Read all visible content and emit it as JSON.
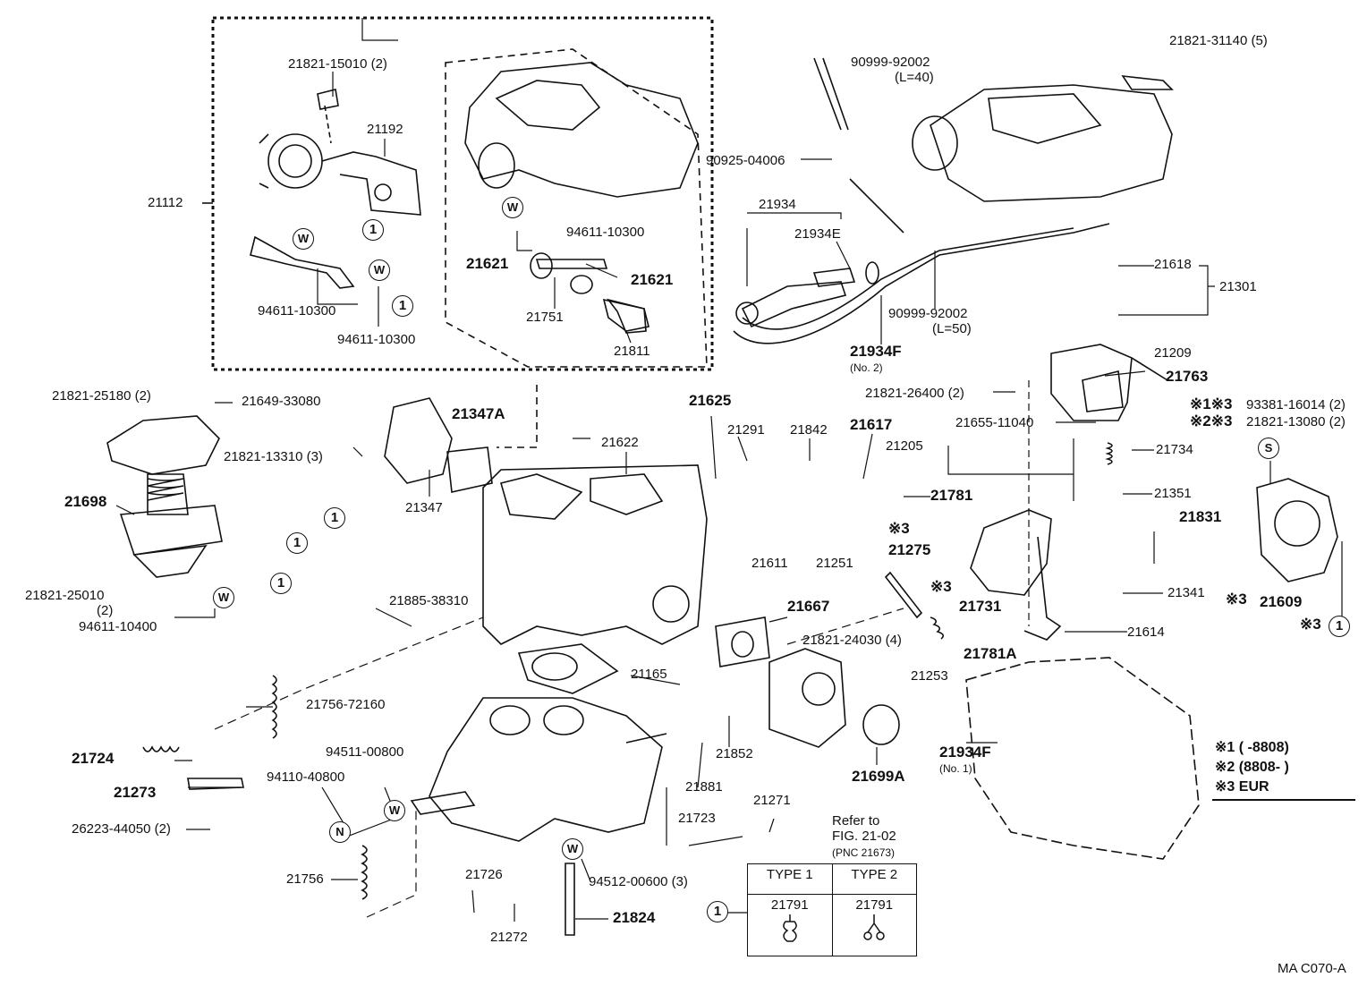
{
  "labels": [
    {
      "id": "p21821-15010",
      "text": "21821-15010 (2)"
    },
    {
      "id": "p21192",
      "text": "21192"
    },
    {
      "id": "p21112",
      "text": "21112"
    },
    {
      "id": "p94611-10300-a",
      "text": "94611-10300"
    },
    {
      "id": "p94611-10300-b",
      "text": "94611-10300"
    },
    {
      "id": "p94611-10300-c",
      "text": "94611-10300"
    },
    {
      "id": "p21621-a",
      "text": "21621"
    },
    {
      "id": "p21621-b",
      "text": "21621"
    },
    {
      "id": "p21751",
      "text": "21751"
    },
    {
      "id": "p21811",
      "text": "21811"
    },
    {
      "id": "p90999-92002-a",
      "text": "90999-92002"
    },
    {
      "id": "p90999-92002-a-len",
      "text": "(L=40)"
    },
    {
      "id": "p90925-04006",
      "text": "90925-04006"
    },
    {
      "id": "p21821-31140",
      "text": "21821-31140 (5)"
    },
    {
      "id": "p21934",
      "text": "21934"
    },
    {
      "id": "p21934E",
      "text": "21934E"
    },
    {
      "id": "p21618",
      "text": "21618"
    },
    {
      "id": "p21301",
      "text": "21301"
    },
    {
      "id": "p90999-92002-b",
      "text": "90999-92002"
    },
    {
      "id": "p90999-92002-b-len",
      "text": "(L=50)"
    },
    {
      "id": "p21934F-2",
      "text": "21934F"
    },
    {
      "id": "p21934F-2-no",
      "text": "(No. 2)"
    },
    {
      "id": "p21209",
      "text": "21209"
    },
    {
      "id": "p21763",
      "text": "21763"
    },
    {
      "id": "p21821-26400",
      "text": "21821-26400 (2)"
    },
    {
      "id": "p93381-16014",
      "text": "93381-16014 (2)"
    },
    {
      "id": "p21821-13080",
      "text": "21821-13080 (2)"
    },
    {
      "id": "p21821-25180",
      "text": "21821-25180 (2)"
    },
    {
      "id": "p21649-33080",
      "text": "21649-33080"
    },
    {
      "id": "p21347A",
      "text": "21347A"
    },
    {
      "id": "p21821-13310",
      "text": "21821-13310 (3)"
    },
    {
      "id": "p21347",
      "text": "21347"
    },
    {
      "id": "p21622",
      "text": "21622"
    },
    {
      "id": "p21625",
      "text": "21625"
    },
    {
      "id": "p21291",
      "text": "21291"
    },
    {
      "id": "p21842",
      "text": "21842"
    },
    {
      "id": "p21617",
      "text": "21617"
    },
    {
      "id": "p21655-11040",
      "text": "21655-11040"
    },
    {
      "id": "p21205",
      "text": "21205"
    },
    {
      "id": "p21734",
      "text": "21734"
    },
    {
      "id": "p21781",
      "text": "21781"
    },
    {
      "id": "p21351",
      "text": "21351"
    },
    {
      "id": "p21698",
      "text": "21698"
    },
    {
      "id": "p21611",
      "text": "21611"
    },
    {
      "id": "p21251",
      "text": "21251"
    },
    {
      "id": "p21275",
      "text": "21275"
    },
    {
      "id": "p21831",
      "text": "21831"
    },
    {
      "id": "p21821-25010",
      "text": "21821-25010"
    },
    {
      "id": "p21821-25010-qty",
      "text": "(2)"
    },
    {
      "id": "p94611-10400",
      "text": "94611-10400"
    },
    {
      "id": "p21885-38310",
      "text": "21885-38310"
    },
    {
      "id": "p21667",
      "text": "21667"
    },
    {
      "id": "p21731",
      "text": "21731"
    },
    {
      "id": "p21341",
      "text": "21341"
    },
    {
      "id": "p21609",
      "text": "21609"
    },
    {
      "id": "p21614",
      "text": "21614"
    },
    {
      "id": "p21821-24030",
      "text": "21821-24030 (4)"
    },
    {
      "id": "p21165",
      "text": "21165"
    },
    {
      "id": "p21253",
      "text": "21253"
    },
    {
      "id": "p21781A",
      "text": "21781A"
    },
    {
      "id": "p21756-72160",
      "text": "21756-72160"
    },
    {
      "id": "p94511-00800",
      "text": "94511-00800"
    },
    {
      "id": "p21724",
      "text": "21724"
    },
    {
      "id": "p21852",
      "text": "21852"
    },
    {
      "id": "p21934F-1",
      "text": "21934F"
    },
    {
      "id": "p21934F-1-no",
      "text": "(No. 1)"
    },
    {
      "id": "p21699A",
      "text": "21699A"
    },
    {
      "id": "p94110-40800",
      "text": "94110-40800"
    },
    {
      "id": "p21273",
      "text": "21273"
    },
    {
      "id": "p21881",
      "text": "21881"
    },
    {
      "id": "p21271",
      "text": "21271"
    },
    {
      "id": "p26223-44050",
      "text": "26223-44050 (2)"
    },
    {
      "id": "p21723",
      "text": "21723"
    },
    {
      "id": "ref1",
      "text": "Refer to"
    },
    {
      "id": "ref2",
      "text": "FIG. 21-02"
    },
    {
      "id": "ref3",
      "text": "(PNC 21673)"
    },
    {
      "id": "p21756",
      "text": "21756"
    },
    {
      "id": "p21726",
      "text": "21726"
    },
    {
      "id": "p94512-00600",
      "text": "94512-00600 (3)"
    },
    {
      "id": "p21272",
      "text": "21272"
    },
    {
      "id": "p21824",
      "text": "21824"
    },
    {
      "id": "footer",
      "text": "MA  C070-A"
    }
  ],
  "markers": {
    "mark1_3": "※1※3",
    "mark2_3": "※2※3",
    "mark3": "※3",
    "w": "W",
    "s": "S",
    "n": "N",
    "one": "1"
  },
  "type_table": {
    "header": [
      "TYPE 1",
      "TYPE 2"
    ],
    "part": [
      "21791",
      "21791"
    ]
  },
  "legend": [
    {
      "mark": "※1",
      "text": "(        -8808)"
    },
    {
      "mark": "※2",
      "text": "(8808-        )"
    },
    {
      "mark": "※3",
      "text": "EUR"
    }
  ]
}
